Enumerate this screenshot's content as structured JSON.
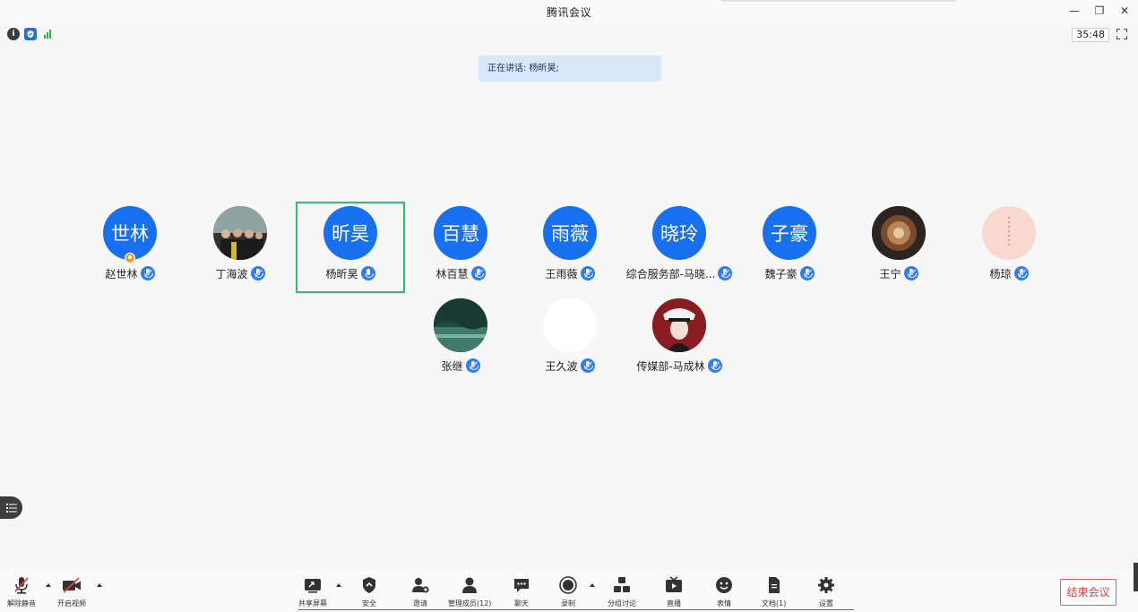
{
  "window": {
    "title": "腾讯会议"
  },
  "status": {
    "timer": "35:48"
  },
  "banner": {
    "text": "正在讲话: 杨昕昊;"
  },
  "participants": [
    {
      "avatar_text": "世林",
      "name": "赵世林",
      "avatar_type": "text",
      "host": true
    },
    {
      "avatar_text": "",
      "name": "丁海波",
      "avatar_type": "photo-graduates"
    },
    {
      "avatar_text": "昕昊",
      "name": "杨昕昊",
      "avatar_type": "text",
      "speaking": true
    },
    {
      "avatar_text": "百慧",
      "name": "林百慧",
      "avatar_type": "text"
    },
    {
      "avatar_text": "雨薇",
      "name": "王雨薇",
      "avatar_type": "text"
    },
    {
      "avatar_text": "晓玲",
      "name": "综合服务部-马晓...",
      "avatar_type": "text"
    },
    {
      "avatar_text": "子豪",
      "name": "魏子豪",
      "avatar_type": "text"
    },
    {
      "avatar_text": "",
      "name": "王宁",
      "avatar_type": "photo-pastry"
    },
    {
      "avatar_text": "",
      "name": "杨琼",
      "avatar_type": "photo-pink"
    },
    {
      "avatar_text": "",
      "name": "张继",
      "avatar_type": "photo-forest"
    },
    {
      "avatar_text": "",
      "name": "王久波",
      "avatar_type": "photo-white"
    },
    {
      "avatar_text": "",
      "name": "传媒部-马成林",
      "avatar_type": "photo-anime"
    }
  ],
  "toolbar": {
    "unmute": "解除静音",
    "start_video": "开启视频",
    "share_screen": "共享屏幕",
    "security": "安全",
    "invite": "邀请",
    "manage_members": "管理成员(12)",
    "chat": "聊天",
    "record": "录制",
    "breakout": "分组讨论",
    "live": "直播",
    "reactions": "表情",
    "documents": "文档(1)",
    "settings": "设置",
    "end_meeting": "结束会议"
  },
  "colors": {
    "accent": "#1670f0",
    "speaking_frame": "#30c06a",
    "end_button": "#e0423f"
  }
}
